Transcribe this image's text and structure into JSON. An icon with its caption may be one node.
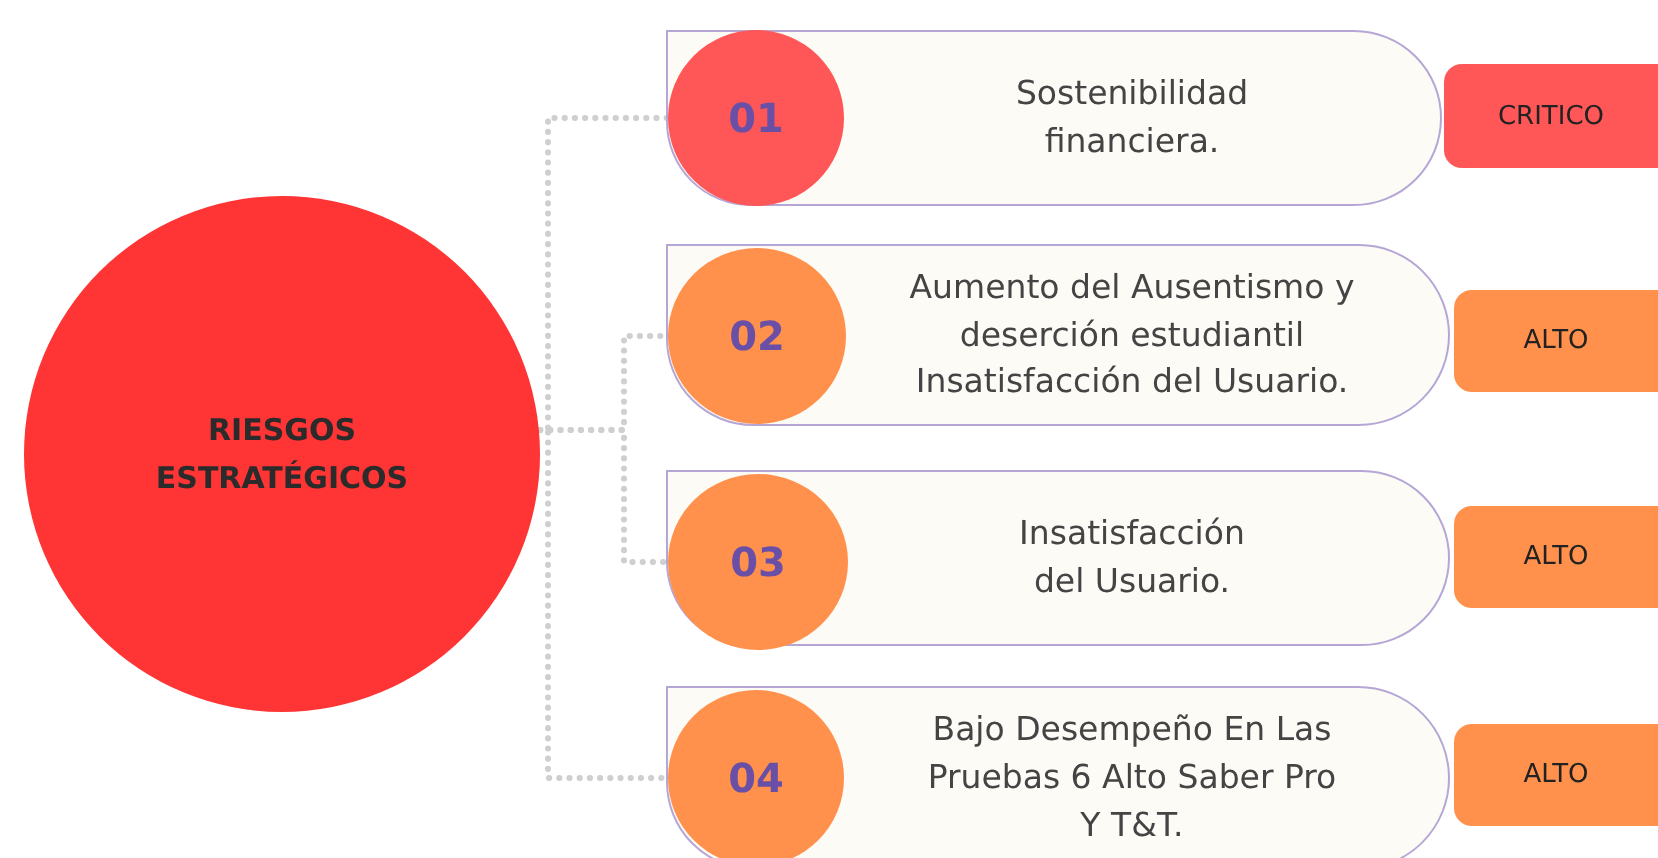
{
  "diagram": {
    "nodes": [
      {
        "text": [
          "RIESGOS ESTRATÉGICOS"
        ]
      },
      {
        "text": [
          "Sostenibilidad financiera."
        ]
      },
      {
        "text": [
          "01"
        ],
        "in": 1
      },
      {
        "text": [
          "CRITICO"
        ]
      },
      {
        "text": [
          "Aumento del Ausentismo y deserción estudiantil Insatisfacción del Usuario."
        ]
      },
      {
        "text": [
          "02"
        ],
        "in": 4
      },
      {
        "text": [
          "ALTO"
        ]
      },
      {
        "text": [
          "Insatisfacción del Usuario."
        ]
      },
      {
        "text": [
          "03"
        ],
        "in": 7
      },
      {
        "text": [
          "ALTO"
        ]
      },
      {
        "text": [
          "Bajo Desempeño En Las Pruebas 6 Alto Saber Pro Y T&T."
        ]
      },
      {
        "text": [
          "04"
        ],
        "in": 10
      },
      {
        "text": [
          "ALTO"
        ]
      }
    ],
    "edges": [
      {
        "from": 0,
        "to": 2,
        "arrow": "none"
      },
      {
        "from": 0,
        "to": 5,
        "arrow": "none"
      },
      {
        "from": 0,
        "to": 8,
        "arrow": "none"
      },
      {
        "from": 0,
        "to": 11,
        "arrow": "none"
      }
    ]
  }
}
